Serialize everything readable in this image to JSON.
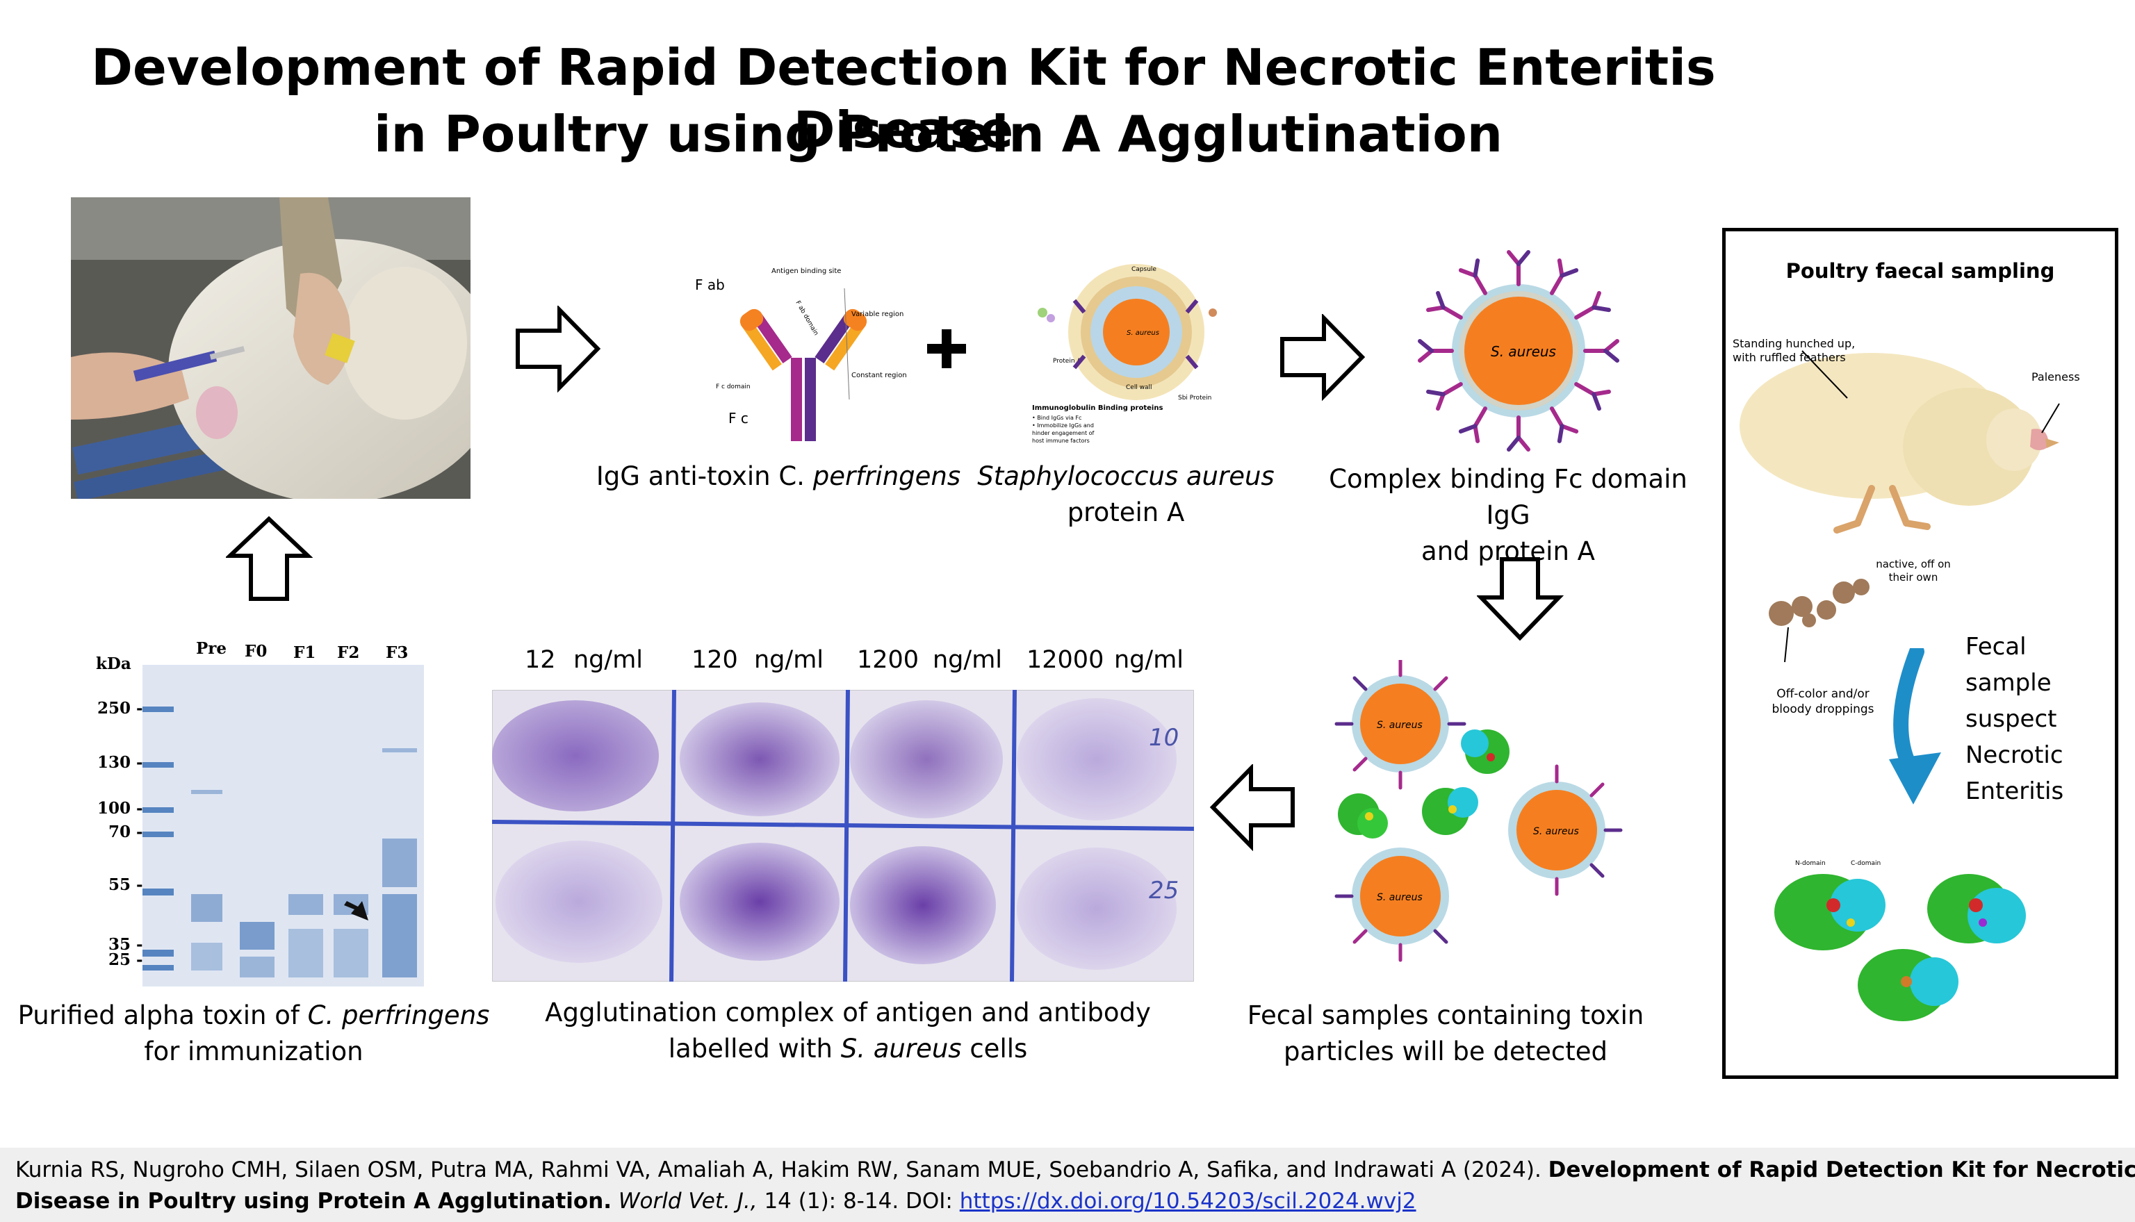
{
  "title": {
    "line1": "Development of Rapid Detection Kit for Necrotic Enteritis Disease",
    "line2": "in Poultry using  Protein A  Agglutination"
  },
  "captions": {
    "igg_pre": "IgG anti-toxin C. ",
    "igg_it": "perfringens",
    "staph_it": "Staphylococcus aureus",
    "staph_l2": "protein A",
    "complex_l1": "Complex binding Fc domain IgG",
    "complex_l2": "and protein A",
    "fecal_l1": "Fecal samples containing toxin",
    "fecal_l2": "particles will be detected",
    "aggl_l1": "Agglutination complex of antigen and antibody",
    "aggl_pre": "labelled with ",
    "aggl_it": "S. aureus",
    "aggl_post": " cells",
    "purified_pre": "Purified alpha toxin of ",
    "purified_it": "C. perfringens",
    "purified_l2": "for immunization"
  },
  "antibody_labels": {
    "fab": "F ab",
    "fc": "F c",
    "antigen_site": "Antigen binding site",
    "fab_domain": "F ab domain",
    "variable": "Variable region",
    "constant": "Constant region",
    "fc_domain": "F c domain"
  },
  "staph_labels": {
    "capsule": "Capsule",
    "s_aureus": "S. aureus",
    "protein_a": "Protein A",
    "cell_wall": "Cell wall",
    "sbi": "Sbi Protein",
    "ig_title": "Immunoglobulin Binding proteins",
    "ig_b1": "• Bind IgGs via Fc",
    "ig_b2": "• Immobilize IgGs and",
    "ig_b3": "  hinder engagement of",
    "ig_b4": "  host immune factors"
  },
  "s_aureus_label": "S. aureus",
  "gel": {
    "kda": "kDa",
    "lanes": [
      "Pre",
      "F0",
      "F1",
      "F2",
      "F3"
    ],
    "markers": [
      "250 -",
      "130 -",
      "100 -",
      "70 -",
      "55 -",
      "35 -",
      "25 -"
    ]
  },
  "concentrations": [
    {
      "value": "12",
      "unit": "ng/ml"
    },
    {
      "value": "120",
      "unit": "ng/ml"
    },
    {
      "value": "1200",
      "unit": "ng/ml"
    },
    {
      "value": "12000",
      "unit": "ng/ml"
    }
  ],
  "slide_marks": {
    "top": "10",
    "bottom": "25"
  },
  "poultry_panel": {
    "title": "Poultry faecal sampling",
    "hunched_l1": "Standing hunched up,",
    "hunched_l2": "with ruffled feathers",
    "paleness": "Paleness",
    "inactive_l1": "nactive, off on",
    "inactive_l2": "their own",
    "droppings_l1": "Off-color and/or",
    "droppings_l2": "bloody droppings",
    "fecal_lines": [
      "Fecal",
      "sample",
      "suspect",
      "Necrotic",
      "Enteritis"
    ],
    "domain_labels": [
      "N-domain",
      "C-domain"
    ]
  },
  "citation": {
    "authors": "Kurnia RS, Nugroho CMH, Silaen OSM, Putra MA, Rahmi VA, Amaliah A, Hakim RW, Sanam MUE, Soebandrio A, Safika, and Indrawati A (2024). ",
    "title_l1": "Development of Rapid Detection Kit for Necrotic Enteritis",
    "title_l2": "Disease in Poultry using Protein A Agglutination.",
    "journal": "World Vet. J.,",
    "volume": " 14 (1): 8-14. DOI: ",
    "doi": "https://dx.doi.org/10.54203/scil.2024.wvj2"
  },
  "colors": {
    "orange": "#f57f20",
    "ring": "#b9d9e5",
    "ring_outer": "#e9c9a6",
    "ab_magenta": "#a52a8c",
    "ab_purple": "#5b2d8c",
    "blue_arrow": "#1e8ec9",
    "gel_blue": "#3f73b8",
    "plate_purple": "#7a55b0"
  }
}
